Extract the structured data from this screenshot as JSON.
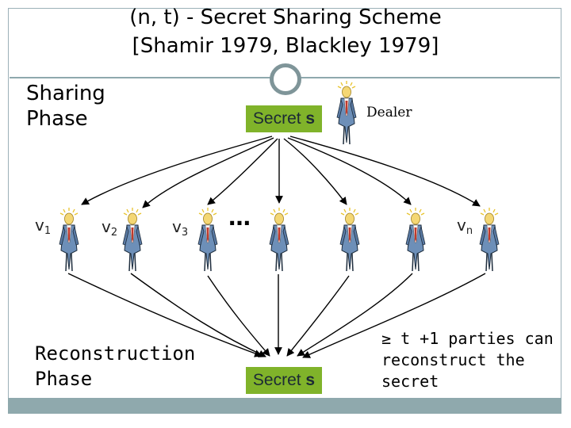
{
  "title": {
    "line1": "(n, t) - Secret Sharing Scheme",
    "line2": "[Shamir 1979, Blackley 1979]"
  },
  "sharing_phase": "Sharing\nPhase",
  "reconstruction_phase": "Reconstruction\nPhase",
  "secret_top": {
    "prefix": "Secret ",
    "symbol": "s"
  },
  "secret_bottom": {
    "prefix": "Secret ",
    "symbol": "s"
  },
  "dealer_label": "Dealer",
  "parties": {
    "v1": {
      "base": "v",
      "sub": "1"
    },
    "v2": {
      "base": "v",
      "sub": "2"
    },
    "v3": {
      "base": "v",
      "sub": "3"
    },
    "vn": {
      "base": "v",
      "sub": "n"
    },
    "ellipsis": "…"
  },
  "note": "≥ t +1 parties can reconstruct the secret",
  "colors": {
    "secret_box": "#80b32a",
    "accent": "#8fa9ad",
    "figure_suit": "#6d8fb8",
    "figure_tie": "#c0392b",
    "figure_head": "#f4d774"
  },
  "icons": [
    "person-figure-icon",
    "ring-icon",
    "arrow-icon"
  ]
}
